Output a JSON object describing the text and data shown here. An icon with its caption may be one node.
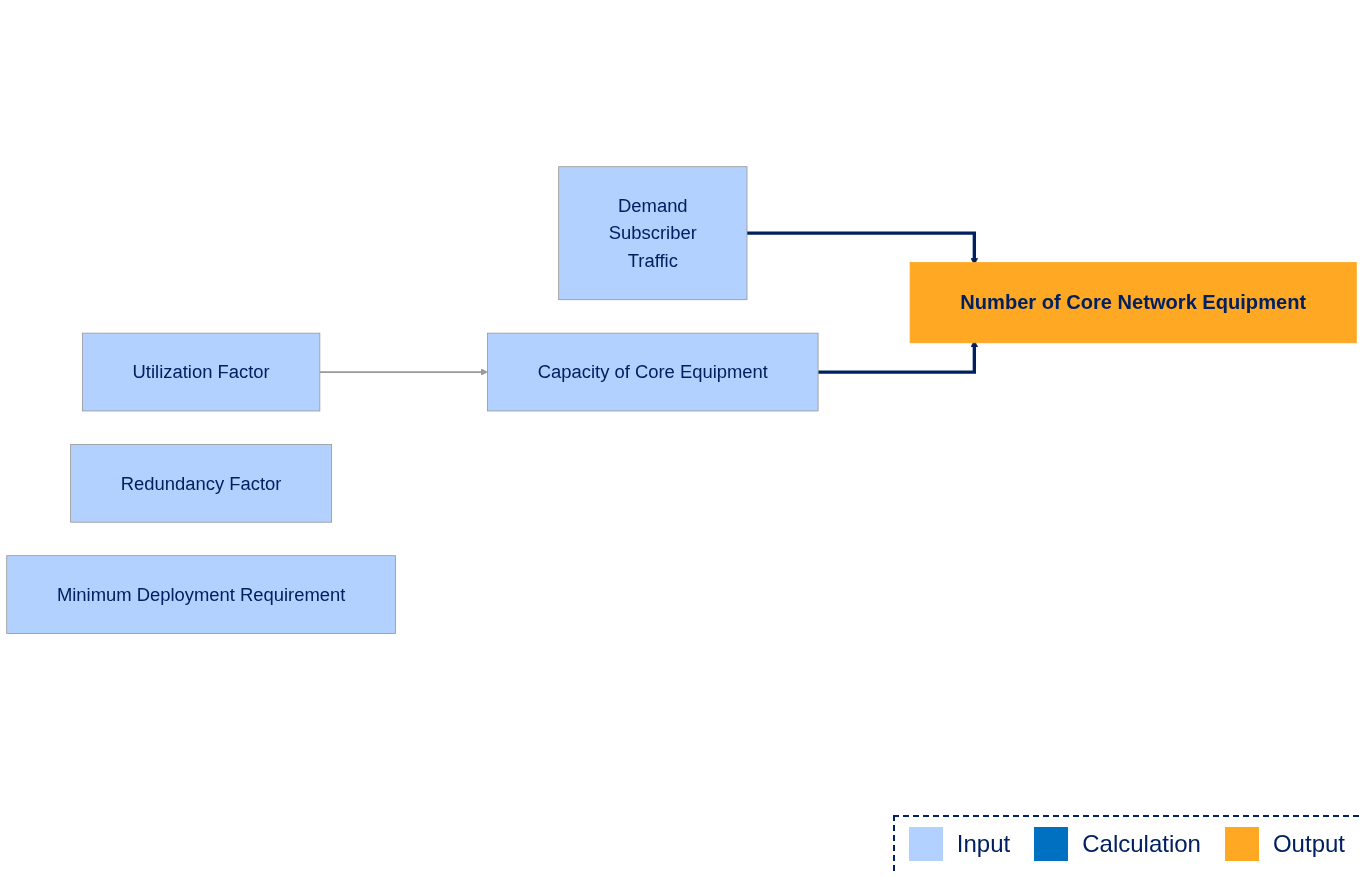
{
  "diagram": {
    "nodes": [
      {
        "text": [
          "Demand",
          "Subscriber",
          "Traffic"
        ]
      },
      {
        "text": [
          "Capacity of Core Equipment"
        ]
      },
      {
        "text": [
          "Utilization Factor"
        ]
      },
      {
        "text": [
          "Redundancy Factor"
        ]
      },
      {
        "text": [
          "Minimum Deployment Requirement"
        ]
      },
      {
        "text": [
          "Number of Core Network Equipment"
        ]
      }
    ],
    "edges": [
      {
        "from": 0,
        "to": 5,
        "arrow": "to"
      },
      {
        "from": 1,
        "to": 5,
        "arrow": "to"
      },
      {
        "from": 2,
        "to": 1,
        "arrow": "to",
        "color": "#999999"
      }
    ],
    "legend": [
      {
        "text": "Input",
        "color": "#b3d1ff"
      },
      {
        "text": "Calculation",
        "color": "#0070c0"
      },
      {
        "text": "Output",
        "color": "#ffa824"
      }
    ]
  }
}
